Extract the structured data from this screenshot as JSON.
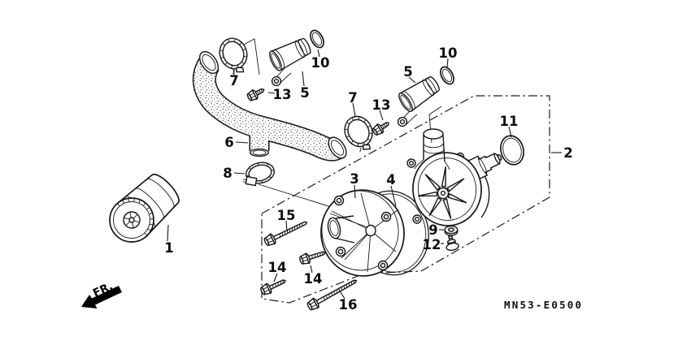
{
  "diagram": {
    "drawing_code": "MN53-E0500",
    "direction_label": "FR.",
    "callouts": [
      {
        "num": "1",
        "part": "oil-filter"
      },
      {
        "num": "2",
        "part": "water-pump-assembly"
      },
      {
        "num": "3",
        "part": "water-pump-cover"
      },
      {
        "num": "4",
        "part": "cover-gasket"
      },
      {
        "num": "5",
        "part": "joint-pipe-left"
      },
      {
        "num": "5",
        "part": "joint-pipe-right"
      },
      {
        "num": "6",
        "part": "water-hose"
      },
      {
        "num": "7",
        "part": "band-clamp-left"
      },
      {
        "num": "7",
        "part": "band-clamp-right"
      },
      {
        "num": "8",
        "part": "worm-hose-clamp"
      },
      {
        "num": "9",
        "part": "washer"
      },
      {
        "num": "10",
        "part": "o-ring-left"
      },
      {
        "num": "10",
        "part": "o-ring-right"
      },
      {
        "num": "11",
        "part": "o-ring-large"
      },
      {
        "num": "12",
        "part": "flange-bolt-small"
      },
      {
        "num": "13",
        "part": "stub-bolt-left"
      },
      {
        "num": "13",
        "part": "stub-bolt-right"
      },
      {
        "num": "14",
        "part": "flange-bolt-lower"
      },
      {
        "num": "14",
        "part": "flange-bolt-mid"
      },
      {
        "num": "15",
        "part": "long-stud-bolt"
      },
      {
        "num": "16",
        "part": "long-bolt"
      }
    ]
  }
}
